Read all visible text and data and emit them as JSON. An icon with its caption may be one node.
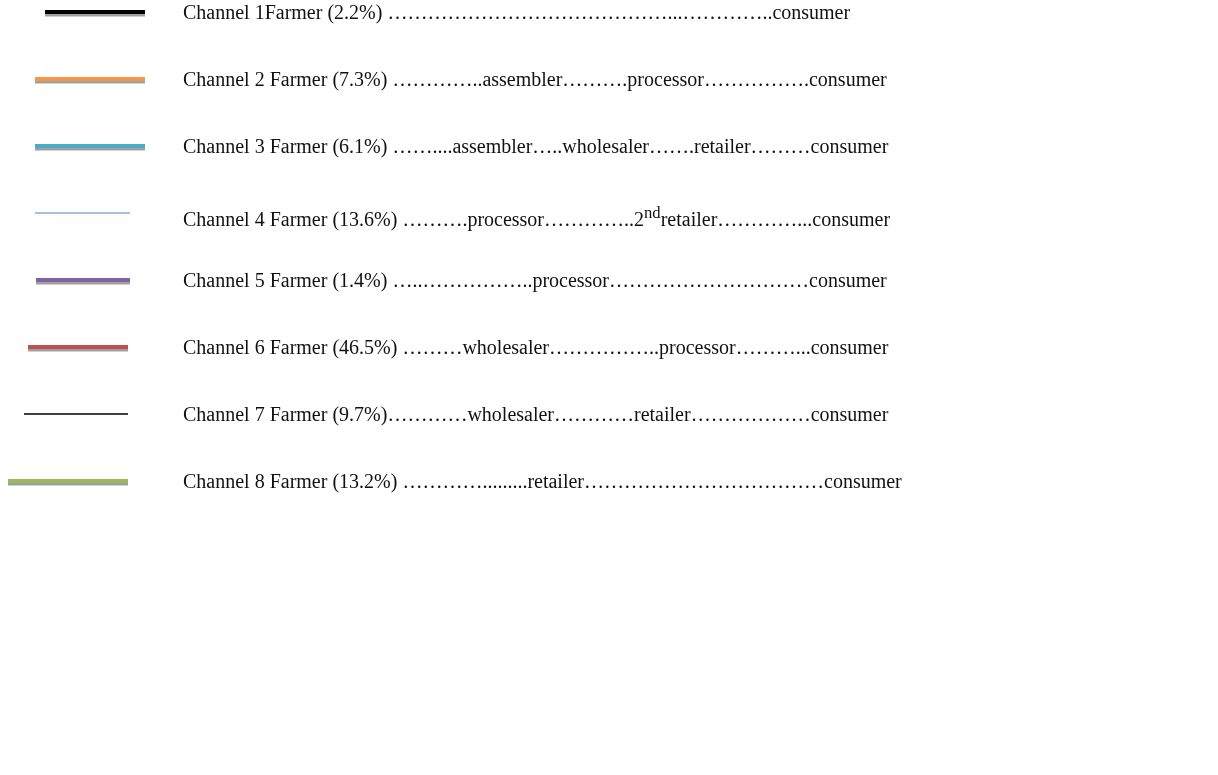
{
  "diagram": {
    "legend": [
      {
        "text": "Channel 1Farmer (2.2%) ……………………………………...…………..consumer"
      },
      {
        "text": "Channel 2 Farmer (7.3%) …………..assembler……….processor…………….consumer"
      },
      {
        "text": "Channel 3 Farmer (6.1%) ……....assembler…..wholesaler…….retailer………consumer"
      },
      {
        "text": "Channel 4 Farmer (13.6%) ……….processor…………..2$^{nd}$retailer…………...consumer"
      },
      {
        "text": "Channel 5 Farmer (1.4%) …..……………..processor…………………………consumer"
      },
      {
        "text": "Channel 6 Farmer (46.5%) ………wholesaler……………..processor………...consumer"
      },
      {
        "text": "Channel 7 Farmer (9.7%)…………wholesaler…………retailer………………consumer"
      },
      {
        "text": "Channel 8 Farmer (13.2%) ………….........retailer………………………………consumer"
      }
    ]
  }
}
